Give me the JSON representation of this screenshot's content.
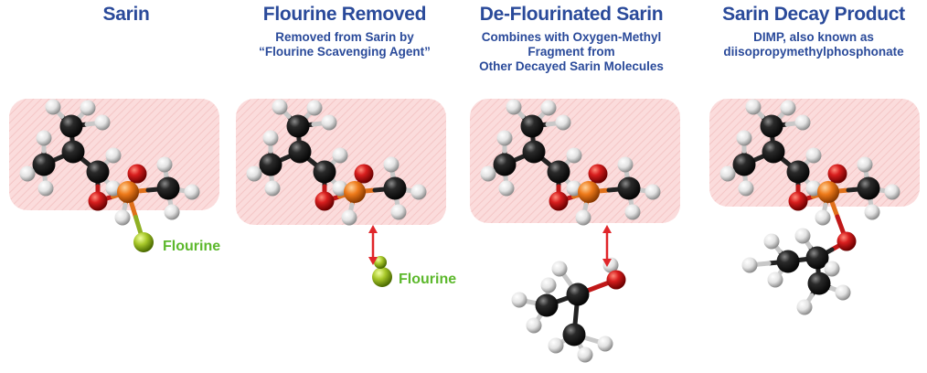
{
  "colors": {
    "title": "#2a4a9a",
    "label_fluorine": "#5cb82c",
    "panel_fill": "#fbdcdc",
    "carbon": "#1e1e1e",
    "hydrogen": "#e8e8e8",
    "oxygen": "#cc1a1a",
    "phosphorus": "#e8761a",
    "fluorine": "#9bc42a",
    "arrow": "#e0262a"
  },
  "panels": [
    {
      "title": "Sarin",
      "subtitle_lines": []
    },
    {
      "title": "Flourine Removed",
      "subtitle_lines": [
        "Removed from Sarin by",
        "“Flourine Scavenging Agent”"
      ]
    },
    {
      "title": "De-Flourinated Sarin",
      "subtitle_lines": [
        "Combines with Oxygen-Methyl",
        "Fragment from",
        "Other Decayed Sarin Molecules"
      ]
    },
    {
      "title": "Sarin Decay Product",
      "subtitle_lines": [
        "DIMP, also known as",
        "diisopropymethylphosphonate"
      ]
    }
  ],
  "labels": {
    "fluorine_panel1": "Flourine",
    "fluorine_panel2": "Flourine"
  },
  "icons": {
    "molecule": "ball-and-stick-molecule",
    "arrow": "double-headed-arrow"
  }
}
